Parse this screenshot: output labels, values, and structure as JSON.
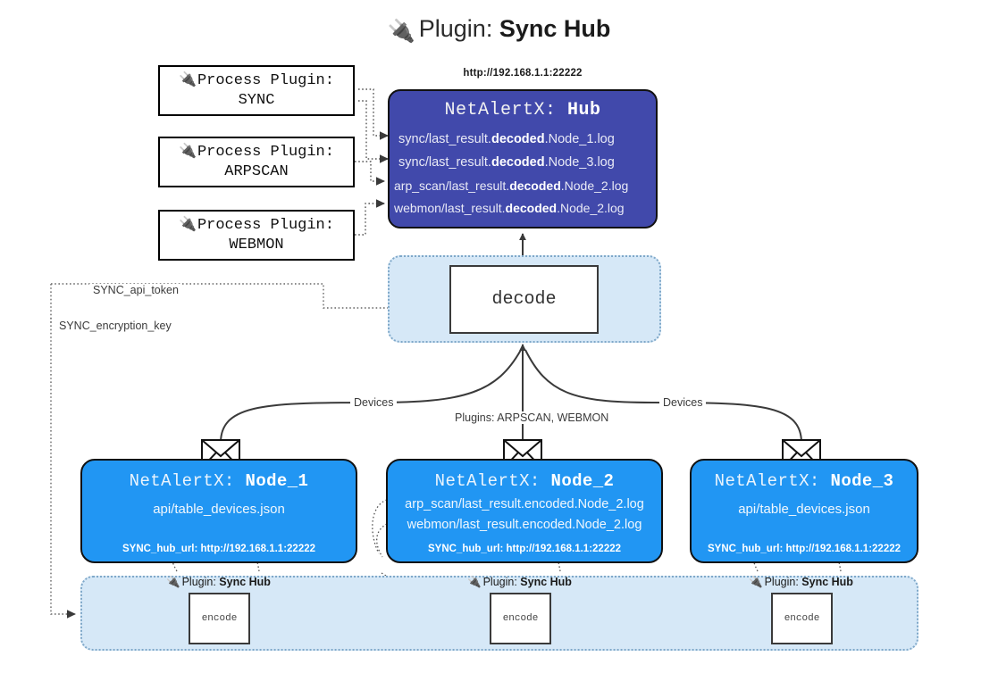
{
  "title": {
    "icon": "plug-icon",
    "lead": "Plugin:",
    "strong": "Sync Hub"
  },
  "colors": {
    "hub_fill": "#4149ab",
    "node_fill": "#2196f3",
    "band_fill": "#d6e8f7",
    "band_border": "#7fa8c9",
    "stroke": "#111111",
    "page_bg": "#ffffff"
  },
  "process_plugins": [
    {
      "icon": "plug-icon",
      "line1": "Process Plugin:",
      "line2": "SYNC"
    },
    {
      "icon": "plug-icon",
      "line1": "Process Plugin:",
      "line2": "ARPSCAN"
    },
    {
      "icon": "plug-icon",
      "line1": "Process Plugin:",
      "line2": "WEBMON"
    }
  ],
  "hub": {
    "url": "http://192.168.1.1:22222",
    "title_prefix": "NetAlertX:",
    "title_name": "Hub",
    "logs": [
      {
        "pre": "sync/last_result.",
        "mid": "decoded",
        "post": ".Node_1.log"
      },
      {
        "pre": "sync/last_result.",
        "mid": "decoded",
        "post": ".Node_3.log"
      },
      {
        "pre": "arp_scan/last_result.",
        "mid": "decoded",
        "post": ".Node_2.log"
      },
      {
        "pre": "webmon/last_result.",
        "mid": "decoded",
        "post": ".Node_2.log"
      }
    ]
  },
  "decode": {
    "box_label": "decode"
  },
  "edge_labels": {
    "api_token": "SYNC_api_token",
    "encryption_key": "SYNC_encryption_key",
    "devices_left": "Devices",
    "devices_right": "Devices",
    "plugins_mid": "Plugins: ARPSCAN, WEBMON"
  },
  "nodes": [
    {
      "title_prefix": "NetAlertX:",
      "title_name": "Node_1",
      "lines": [
        "api/table_devices.json"
      ],
      "footer": "SYNC_hub_url: http://192.168.1.1:22222",
      "envelope_icon": "envelope-icon"
    },
    {
      "title_prefix": "NetAlertX:",
      "title_name": "Node_2",
      "lines": [
        "arp_scan/last_result.encoded.Node_2.log",
        "webmon/last_result.encoded.Node_2.log"
      ],
      "footer": "SYNC_hub_url: http://192.168.1.1:22222",
      "envelope_icon": "envelope-icon"
    },
    {
      "title_prefix": "NetAlertX:",
      "title_name": "Node_3",
      "lines": [
        "api/table_devices.json"
      ],
      "footer": "SYNC_hub_url: http://192.168.1.1:22222",
      "envelope_icon": "envelope-icon"
    }
  ],
  "encoders": [
    {
      "icon": "plug-icon",
      "label_lead": "Plugin:",
      "label_strong": "Sync Hub",
      "box_label": "encode"
    },
    {
      "icon": "plug-icon",
      "label_lead": "Plugin:",
      "label_strong": "Sync Hub",
      "box_label": "encode"
    },
    {
      "icon": "plug-icon",
      "label_lead": "Plugin:",
      "label_strong": "Sync Hub",
      "box_label": "encode"
    }
  ]
}
